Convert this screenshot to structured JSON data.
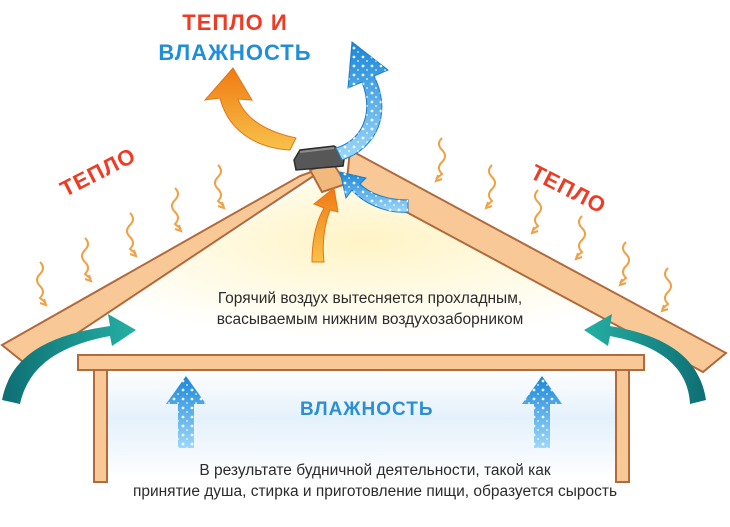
{
  "labels": {
    "top_heat": "ТЕПЛО И",
    "top_humidity": "ВЛАЖНОСТЬ",
    "heat_left": "ТЕПЛО",
    "heat_right": "ТЕПЛО",
    "humidity_center": "ВЛАЖНОСТЬ"
  },
  "notes": {
    "middle_line1": "Горячий воздух вытесняется прохладным,",
    "middle_line2": "всасываемым нижним воздухозаборником",
    "bottom_line1": "В результате будничной деятельности, такой как",
    "bottom_line2": "принятие душа, стирка и приготовление пищи, образуется сырость"
  },
  "colors": {
    "heat_text": "#ef3b24",
    "humidity_text": "#1f8fd8",
    "roof_fill": "#f8c896",
    "roof_stroke": "#b06a3c",
    "heat_arrow": "#f59a20",
    "air_arrow": "#1aa19a",
    "moisture_arrow": "#3aa0e6"
  },
  "icons": [
    "heat-ray-icon",
    "hot-air-arrow-icon",
    "moist-air-arrow-icon",
    "intake-airflow-icon",
    "ridge-vent-icon"
  ]
}
